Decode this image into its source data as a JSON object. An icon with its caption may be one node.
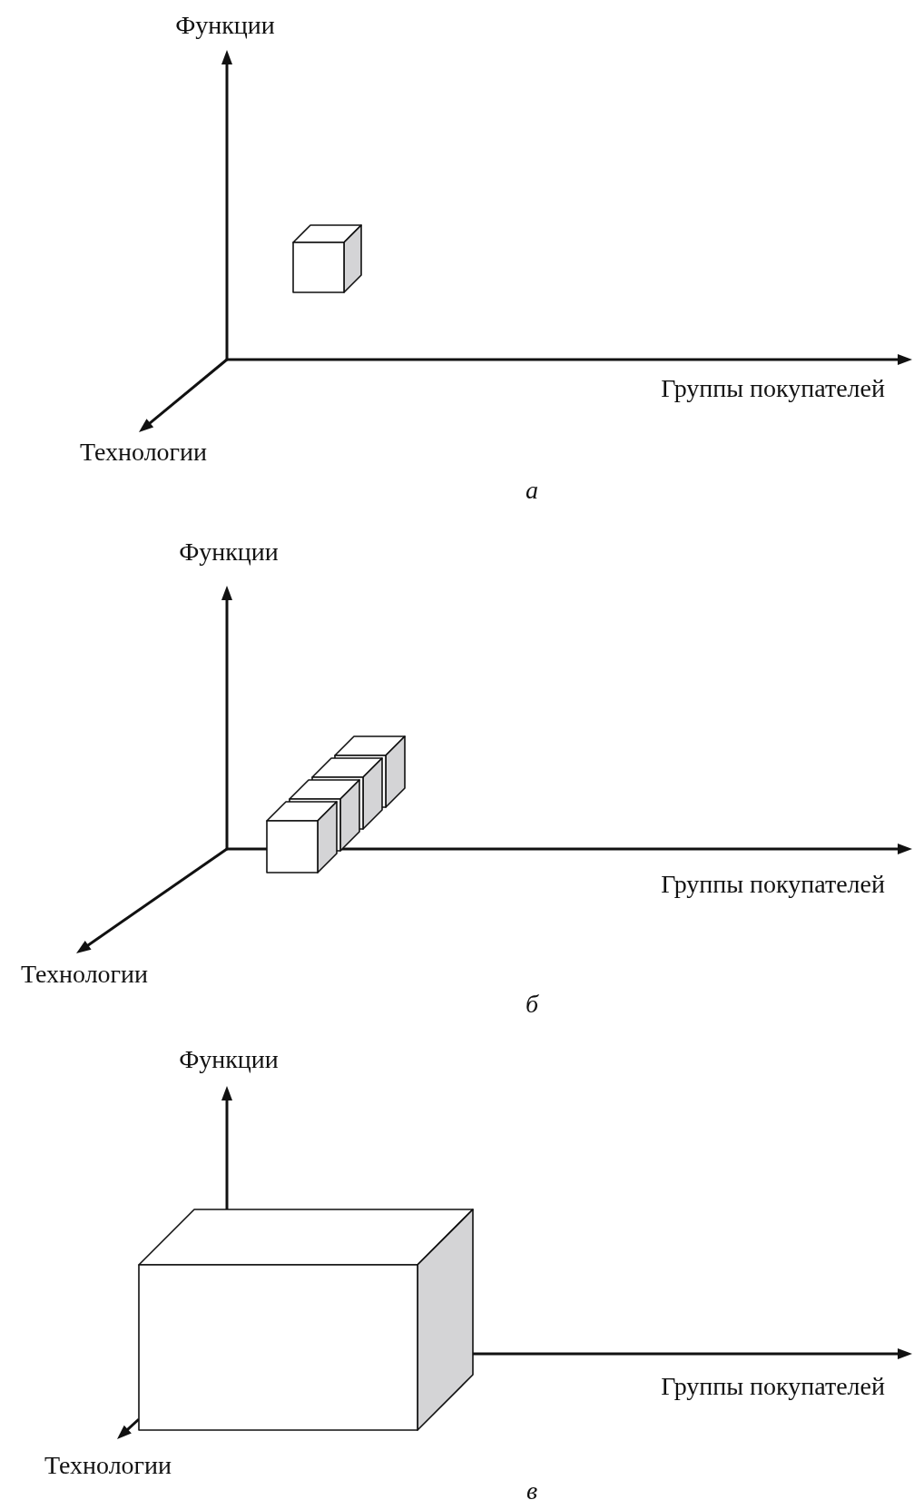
{
  "diagram": {
    "labels": [
      "Функции",
      "Группы покупателей",
      "Технологии",
      "а",
      "Функции",
      "Группы покупателей",
      "Технологии",
      "б",
      "Функции",
      "Группы покупателей",
      "Технологии",
      "в"
    ]
  }
}
